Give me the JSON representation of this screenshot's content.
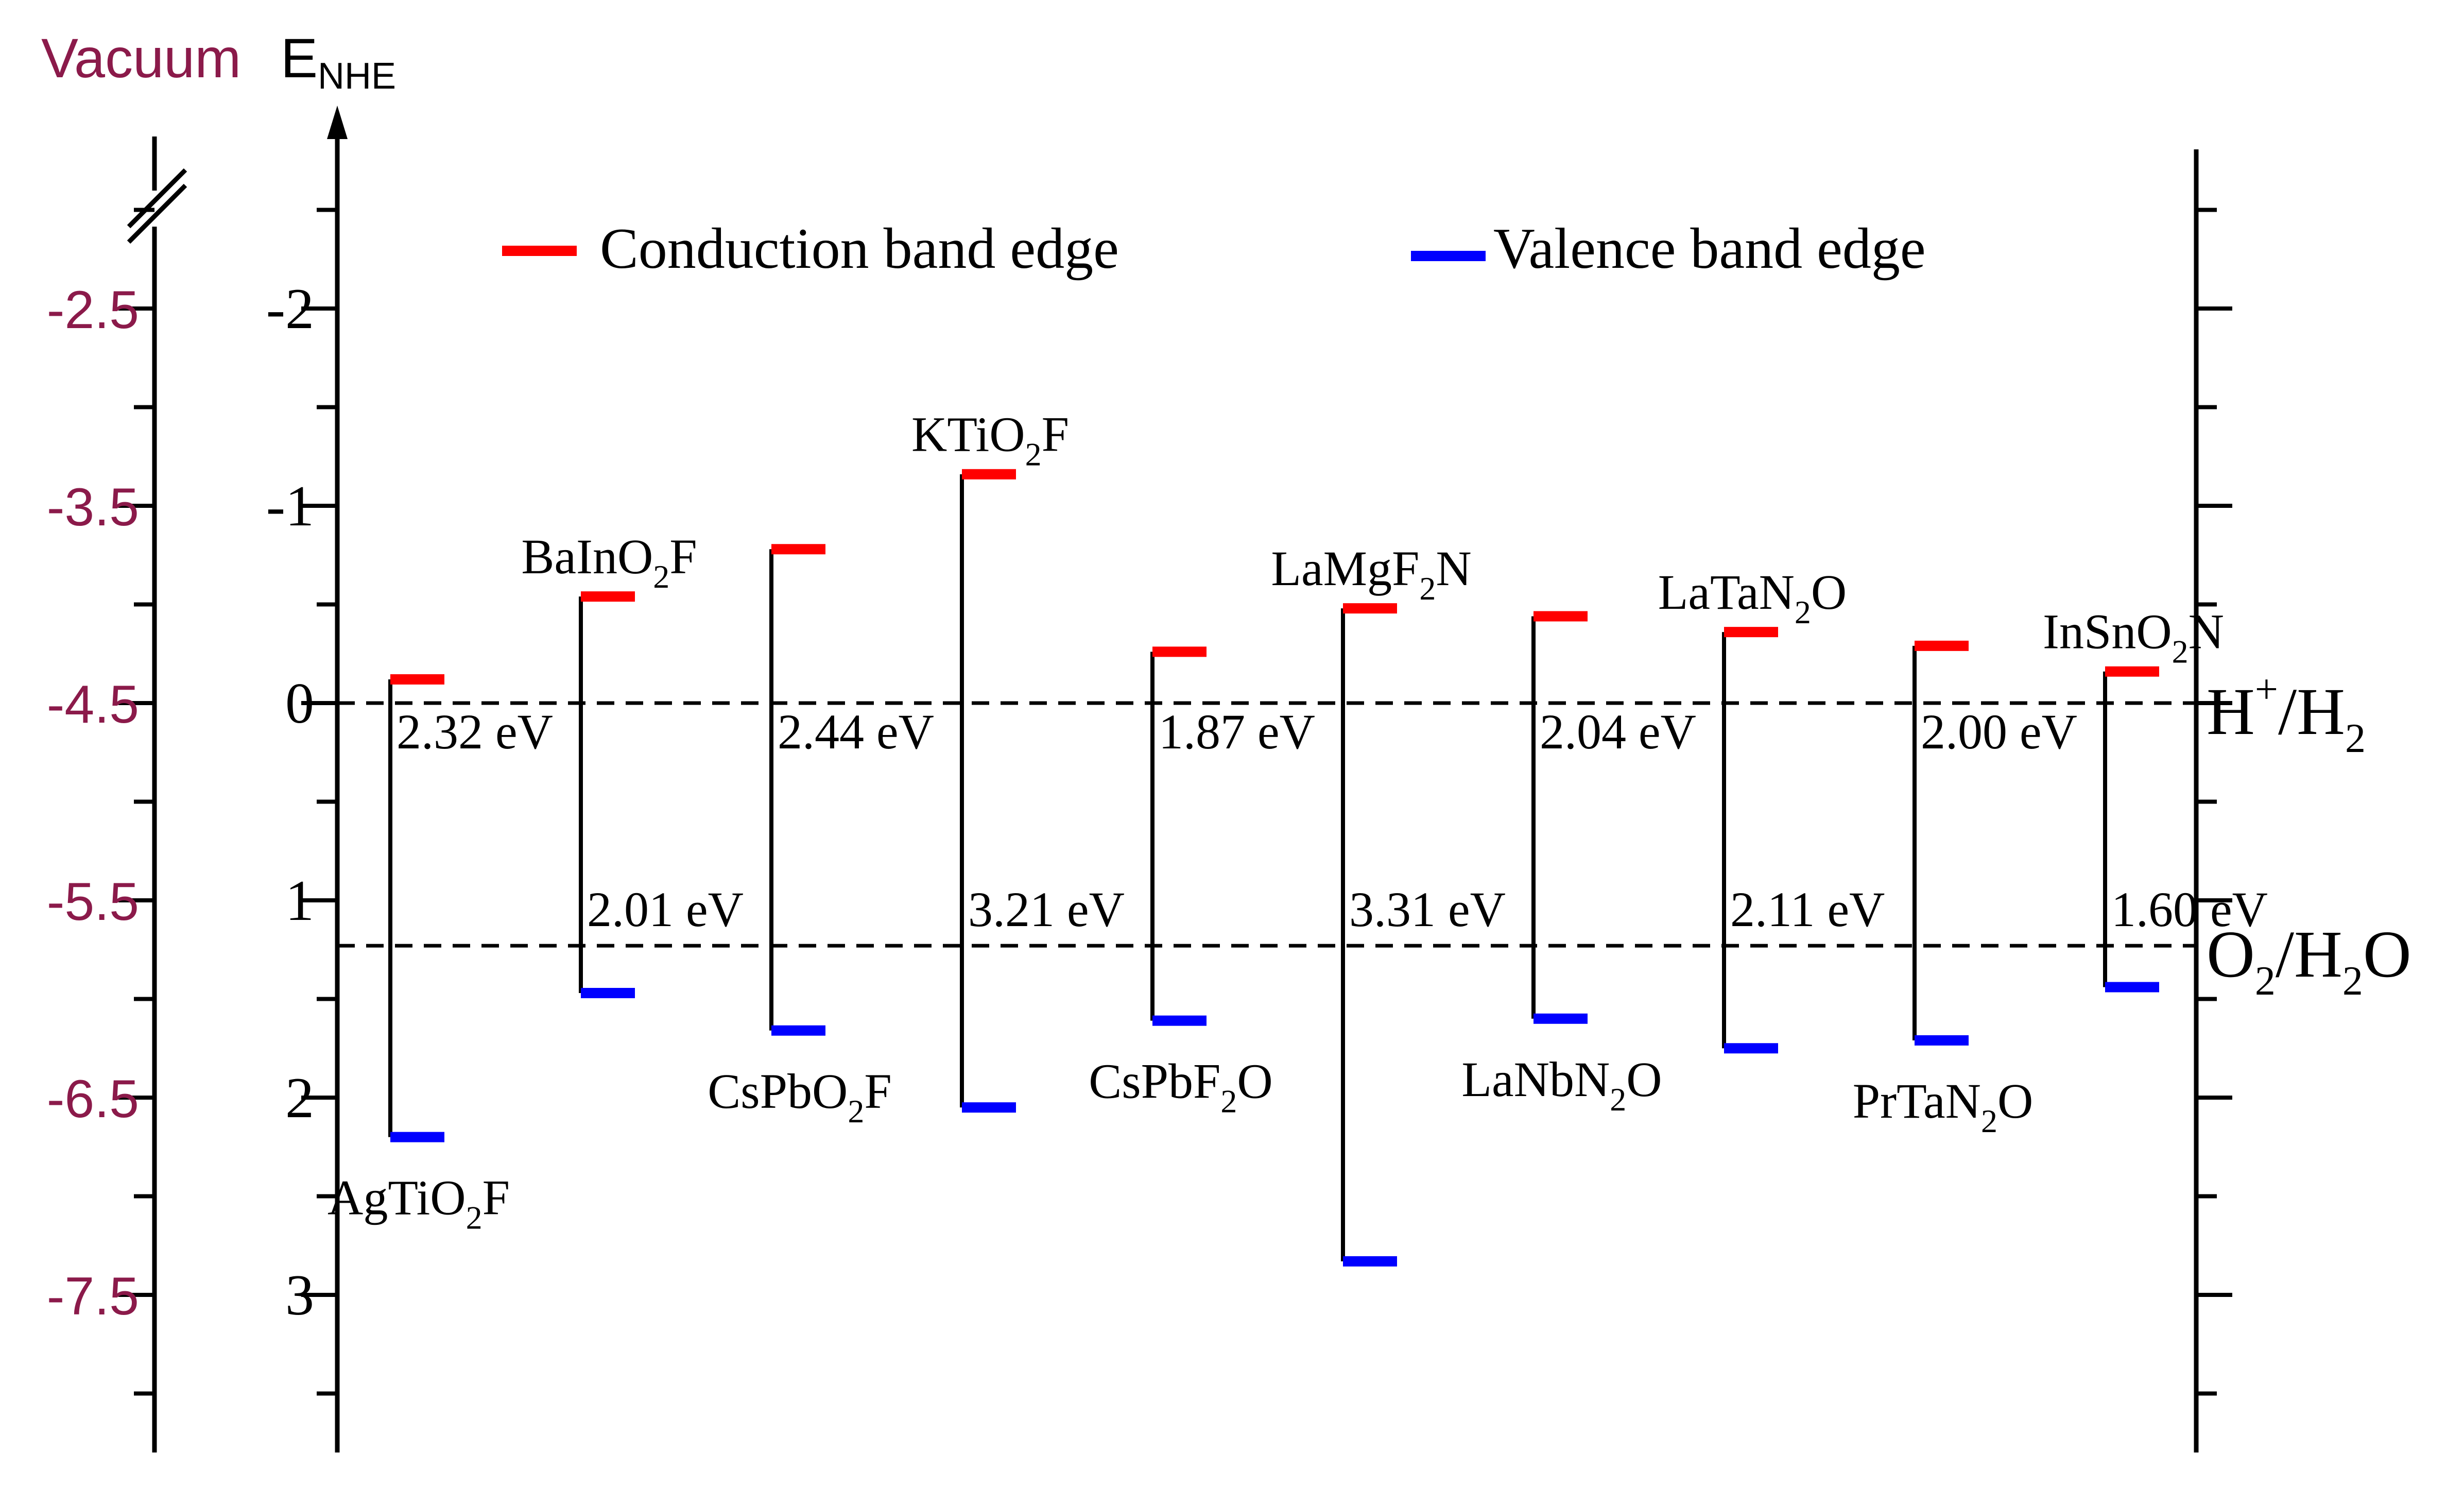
{
  "header": {
    "vacuum_label": "Vacuum",
    "enhe_label_main": "E",
    "enhe_label_sub": "NHE"
  },
  "colors": {
    "vacuum_axis": "#8b1a4a",
    "conduction": "#ff0000",
    "valence": "#0000ff",
    "axis": "#000000"
  },
  "legend": {
    "conduction_label": "Conduction band edge",
    "valence_label": "Valence band edge",
    "placement": "top"
  },
  "chart_data": {
    "type": "band-edge diagram",
    "y_axis_nhe": {
      "label": "ENHE",
      "range": [
        -2.6,
        3.6
      ],
      "inverted": true,
      "ticks": [
        "-2",
        "-1",
        "0",
        "1",
        "2",
        "3"
      ]
    },
    "y_axis_vacuum": {
      "label": "Vacuum",
      "ticks": [
        "-2.5",
        "-3.5",
        "-4.5",
        "-5.5",
        "-6.5",
        "-7.5"
      ],
      "break": true
    },
    "reference_lines": [
      {
        "label_main": "H",
        "label_sup": "+",
        "label_rest": "/H",
        "label_sub": "2",
        "value": 0.0
      },
      {
        "label_main": "O",
        "label_sub": "2",
        "label_rest": "/H",
        "label_sub2": "2",
        "label_end": "O",
        "value": 1.23
      }
    ],
    "compounds": [
      {
        "name_parts": [
          "AgTiO",
          "2",
          "F"
        ],
        "cb": -0.12,
        "vb": 2.2,
        "gap": "2.32 eV",
        "name_pos": "below",
        "gap_pos": "upper"
      },
      {
        "name_parts": [
          "BaInO",
          "2",
          "F"
        ],
        "cb": -0.54,
        "vb": 1.47,
        "gap": "2.01 eV",
        "name_pos": "above",
        "gap_pos": "lower"
      },
      {
        "name_parts": [
          "CsPbO",
          "2",
          "F"
        ],
        "cb": -0.78,
        "vb": 1.66,
        "gap": "2.44 eV",
        "name_pos": "below",
        "gap_pos": "upper"
      },
      {
        "name_parts": [
          "KTiO",
          "2",
          "F"
        ],
        "cb": -1.16,
        "vb": 2.05,
        "gap": "3.21 eV",
        "name_pos": "above",
        "gap_pos": "lower"
      },
      {
        "name_parts": [
          "CsPbF",
          "2",
          "O"
        ],
        "cb": -0.26,
        "vb": 1.61,
        "gap": "1.87 eV",
        "name_pos": "below",
        "gap_pos": "upper"
      },
      {
        "name_parts": [
          "LaMgF",
          "2",
          "N"
        ],
        "cb": -0.48,
        "vb": 2.83,
        "gap": "3.31 eV",
        "name_pos": "above",
        "gap_pos": "lower"
      },
      {
        "name_parts": [
          "LaNbN",
          "2",
          "O"
        ],
        "cb": -0.44,
        "vb": 1.6,
        "gap": "2.04 eV",
        "name_pos": "below",
        "gap_pos": "upper"
      },
      {
        "name_parts": [
          "LaTaN",
          "2",
          "O"
        ],
        "cb": -0.36,
        "vb": 1.75,
        "gap": "2.11 eV",
        "name_pos": "above",
        "gap_pos": "lower"
      },
      {
        "name_parts": [
          "PrTaN",
          "2",
          "O"
        ],
        "cb": -0.29,
        "vb": 1.71,
        "gap": "2.00 eV",
        "name_pos": "below",
        "gap_pos": "upper"
      },
      {
        "name_parts": [
          "InSnO",
          "2",
          "N"
        ],
        "cb": -0.16,
        "vb": 1.44,
        "gap": "1.60 eV",
        "name_pos": "above",
        "gap_pos": "lower"
      }
    ]
  }
}
